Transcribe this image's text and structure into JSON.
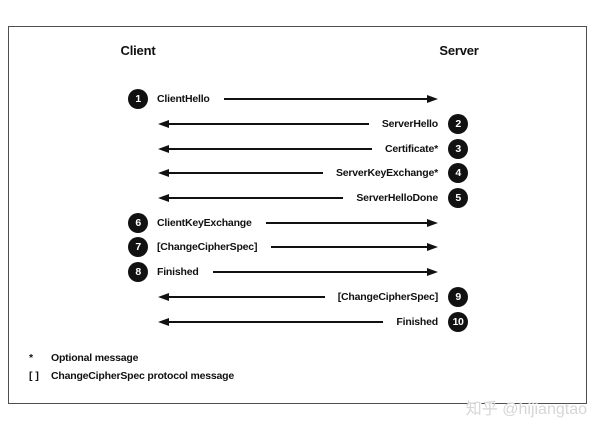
{
  "diagram": {
    "title_client": "Client",
    "title_server": "Server",
    "messages": [
      {
        "step": "1",
        "label": "ClientHello",
        "direction": "right"
      },
      {
        "step": "2",
        "label": "ServerHello",
        "direction": "left"
      },
      {
        "step": "3",
        "label": "Certificate*",
        "direction": "left"
      },
      {
        "step": "4",
        "label": "ServerKeyExchange*",
        "direction": "left"
      },
      {
        "step": "5",
        "label": "ServerHelloDone",
        "direction": "left"
      },
      {
        "step": "6",
        "label": "ClientKeyExchange",
        "direction": "right"
      },
      {
        "step": "7",
        "label": "[ChangeCipherSpec]",
        "direction": "right"
      },
      {
        "step": "8",
        "label": "Finished",
        "direction": "right"
      },
      {
        "step": "9",
        "label": "[ChangeCipherSpec]",
        "direction": "left"
      },
      {
        "step": "10",
        "label": "Finished",
        "direction": "left"
      }
    ],
    "legend": [
      {
        "symbol": "*",
        "text": "Optional message"
      },
      {
        "symbol": "[ ]",
        "text": "ChangeCipherSpec protocol message"
      }
    ],
    "watermark": "知乎 @hijiangtao",
    "colors": {
      "ink": "#111111",
      "badge_text": "#ffffff",
      "frame_border": "#4f4f4f",
      "watermark": "#d6d6d6"
    }
  }
}
